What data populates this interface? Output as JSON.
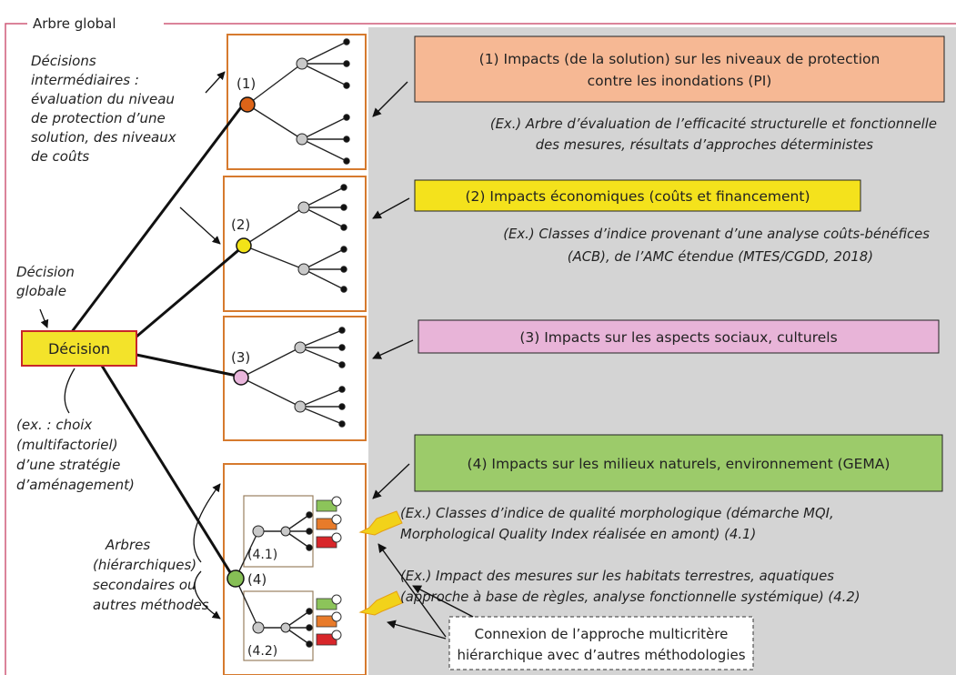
{
  "frame": {
    "title": "Arbre global"
  },
  "colors": {
    "frame_line": "#cf5a78",
    "gray_panel": "#d4d4d4",
    "orange_border": "#d67a2e",
    "box1_fill": "#f6b894",
    "box2_fill": "#f4e21c",
    "box3_fill": "#e8b4d8",
    "box4_fill": "#9ccb6a",
    "decision_fill": "#f3e32a",
    "decision_border": "#c8262a",
    "node1": "#dd6418",
    "node2": "#f2e318",
    "node3": "#e9b6dc",
    "node4": "#86bf55",
    "arrow_yellow": "#f2d21a",
    "flag_green": "#8cc45a",
    "flag_orange": "#e87b2a",
    "flag_red": "#d8262a"
  },
  "left_labels": {
    "intermediate": [
      "Décisions",
      "intermédiaires :",
      "évaluation du niveau",
      "de protection d’une",
      "solution, des niveaux",
      "de coûts"
    ],
    "global": [
      "Décision",
      "globale"
    ],
    "decision_box": "Décision",
    "example": [
      "(ex. : choix",
      "(multifactoriel)",
      "d’une stratégie",
      "d’aménagement)"
    ],
    "secondary": [
      "Arbres",
      "(hiérarchiques)",
      "secondaires ou",
      "autres méthodes"
    ]
  },
  "node_labels": [
    "(1)",
    "(2)",
    "(3)",
    "(4)"
  ],
  "sub_labels": [
    "(4.1)",
    "(4.2)"
  ],
  "impacts": [
    {
      "lines": [
        "(1) Impacts (de la solution) sur les niveaux de protection",
        "contre les inondations (PI)"
      ]
    },
    {
      "lines": [
        "(2) Impacts économiques (coûts et financement)"
      ]
    },
    {
      "lines": [
        "(3) Impacts sur les aspects sociaux, culturels"
      ]
    },
    {
      "lines": [
        "(4) Impacts sur les milieux naturels, environnement (GEMA)"
      ]
    }
  ],
  "examples": {
    "ex1": [
      "(Ex.) Arbre d’évaluation de l’efficacité structurelle et fonctionnelle",
      "des mesures, résultats d’approches déterministes"
    ],
    "ex2": [
      "(Ex.) Classes d’indice provenant d’une analyse coûts-bénéfices",
      "(ACB), de l’AMC étendue (MTES/CGDD, 2018)"
    ],
    "ex41": [
      "(Ex.) Classes d’indice de qualité morphologique (démarche MQI,",
      "Morphological Quality Index réalisée en amont) (4.1)"
    ],
    "ex42": [
      "(Ex.) Impact des mesures sur les habitats terrestres, aquatiques",
      "(approche à base de règles, analyse fonctionnelle systémique) (4.2)"
    ]
  },
  "connection": [
    "Connexion de l’approche multicritère",
    "hiérarchique avec d’autres méthodologies"
  ]
}
